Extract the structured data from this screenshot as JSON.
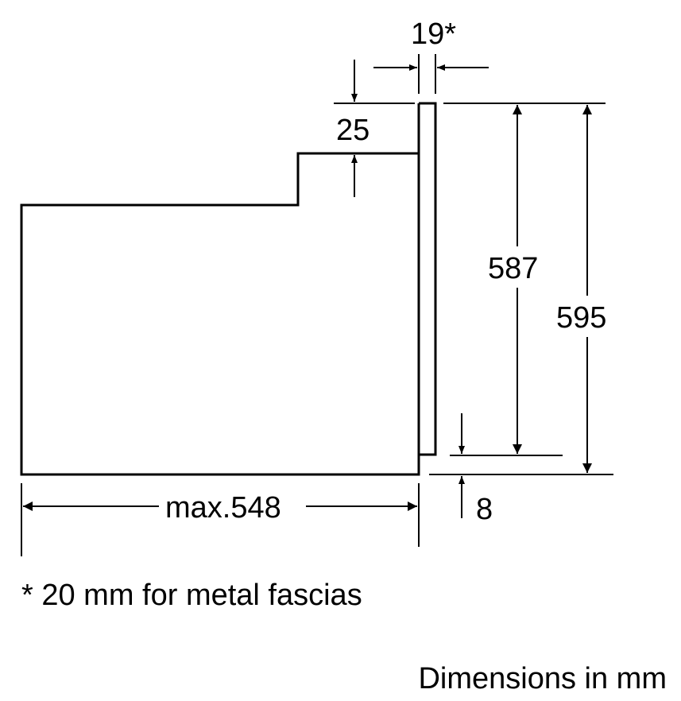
{
  "dimensions": {
    "panel_thickness": "19*",
    "top_step": "25",
    "inner_height": "587",
    "total_height": "595",
    "bottom_offset": "8",
    "max_depth": "max.548"
  },
  "notes": {
    "footnote": "* 20 mm for metal fascias",
    "units": "Dimensions in mm"
  }
}
